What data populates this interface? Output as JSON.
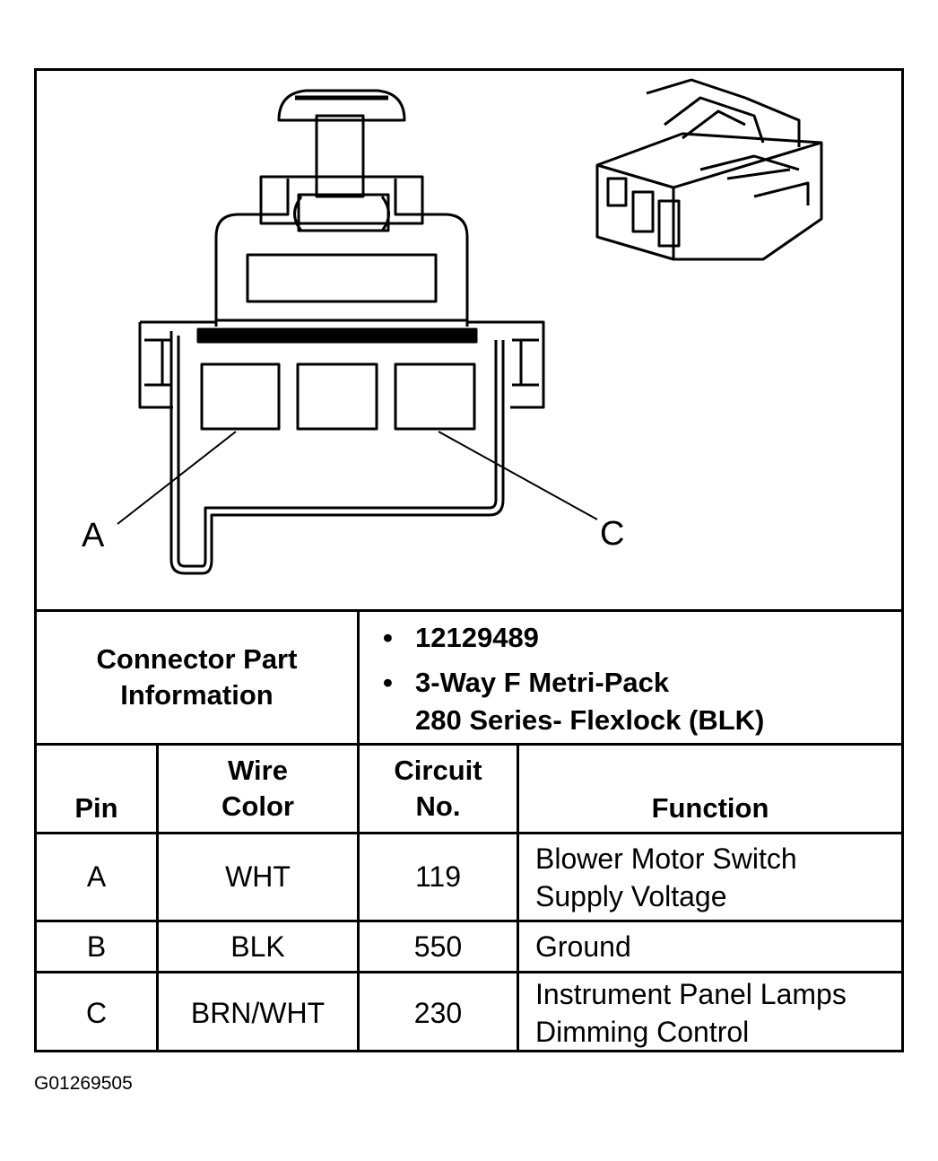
{
  "diagram": {
    "labels": {
      "pin_a": "A",
      "pin_c": "C"
    },
    "connector_icon": "connector-face-drawing",
    "connector_3d_icon": "connector-3d-drawing"
  },
  "info": {
    "label_line1": "Connector Part",
    "label_line2": "Information",
    "bullet": "•",
    "items": [
      {
        "line1": "12129489",
        "line2": ""
      },
      {
        "line1": "3-Way F Metri-Pack",
        "line2": "280 Series- Flexlock (BLK)"
      }
    ]
  },
  "table": {
    "headers": {
      "pin": "Pin",
      "wire_line1": "Wire",
      "wire_line2": "Color",
      "circuit_line1": "Circuit",
      "circuit_line2": "No.",
      "function": "Function"
    },
    "rows": [
      {
        "pin": "A",
        "wire": "WHT",
        "circuit": "119",
        "function_line1": "Blower Motor Switch",
        "function_line2": "Supply Voltage"
      },
      {
        "pin": "B",
        "wire": "BLK",
        "circuit": "550",
        "function_line1": "Ground",
        "function_line2": ""
      },
      {
        "pin": "C",
        "wire": "BRN/WHT",
        "circuit": "230",
        "function_line1": "Instrument Panel Lamps",
        "function_line2": "Dimming Control"
      }
    ]
  },
  "figure_code": "G01269505"
}
